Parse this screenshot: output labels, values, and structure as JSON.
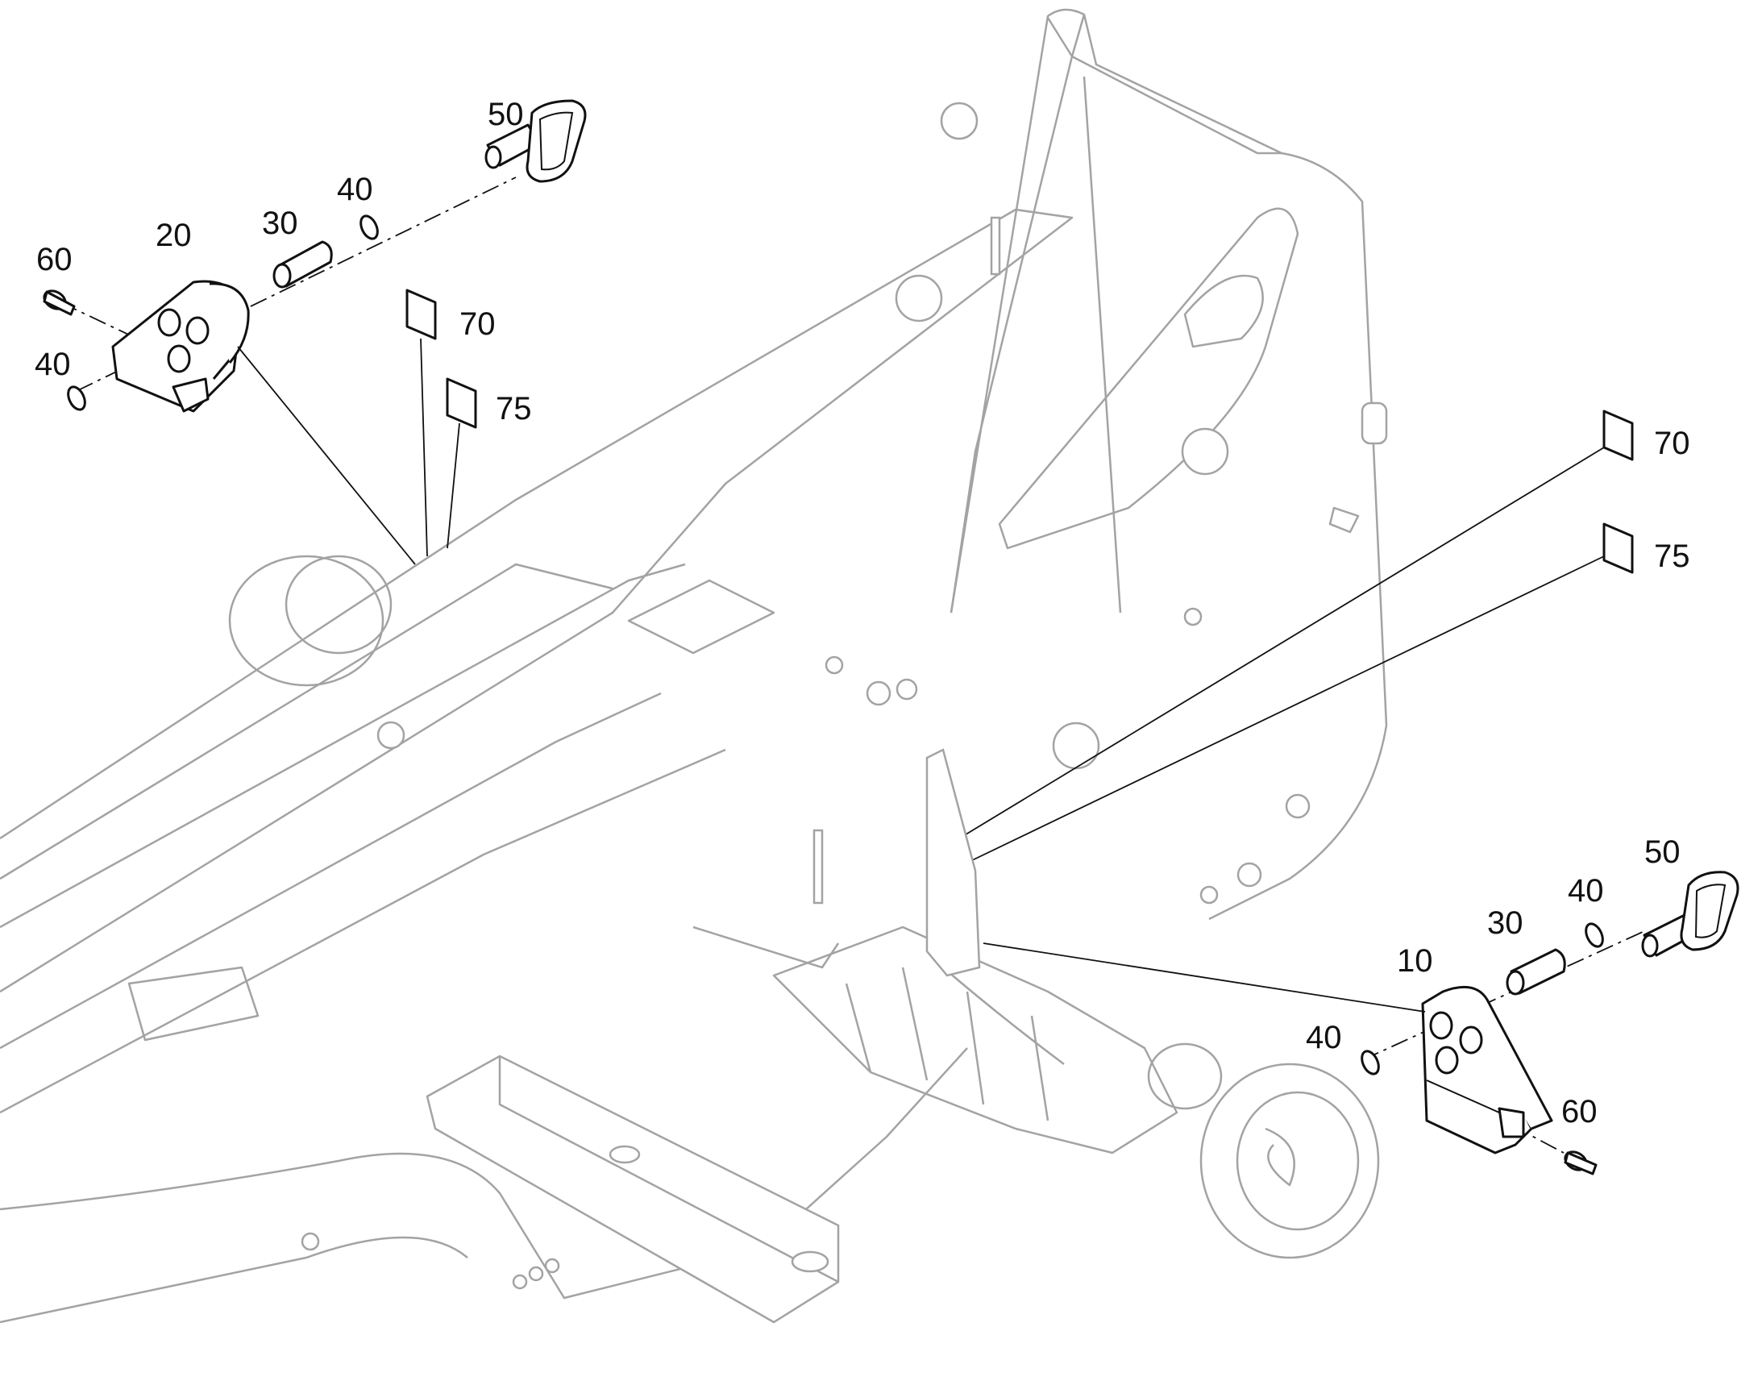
{
  "callouts": {
    "left": {
      "c50": "50",
      "c40_top": "40",
      "c30": "30",
      "c20": "20",
      "c60": "60",
      "c40_bottom": "40",
      "c70": "70",
      "c75": "75"
    },
    "right": {
      "c70": "70",
      "c75": "75",
      "c50": "50",
      "c40_top": "40",
      "c30": "30",
      "c10": "10",
      "c40_bottom": "40",
      "c60": "60"
    }
  },
  "colors": {
    "parts": "#111111",
    "frame": "#a3a3a3",
    "background": "#ffffff"
  }
}
